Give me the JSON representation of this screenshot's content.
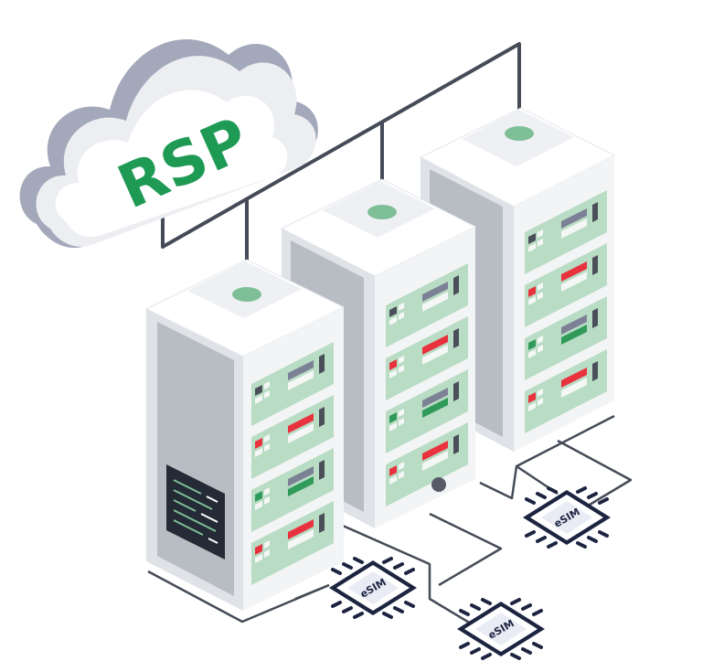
{
  "cloud": {
    "label": "RSP"
  },
  "chips": [
    {
      "label": "eSIM"
    },
    {
      "label": "eSIM"
    },
    {
      "label": "eSIM"
    }
  ],
  "colors": {
    "brand_green": "#1f9a55",
    "panel_green": "#b8dcc3",
    "alert_red": "#e8333f",
    "navy": "#1c2440",
    "wire": "#454b57",
    "cloud_grey": "#9ba2b4"
  }
}
